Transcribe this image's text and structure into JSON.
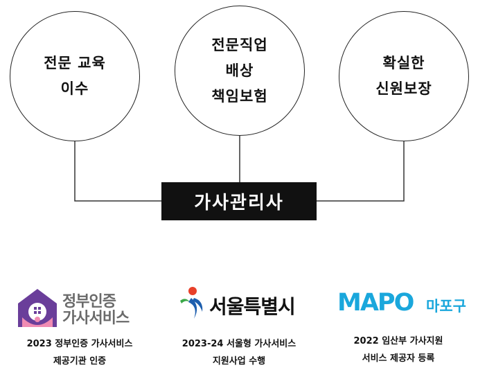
{
  "circles": [
    {
      "lines": [
        "전문 교육",
        "이수"
      ]
    },
    {
      "lines": [
        "전문직업",
        "배상",
        "책임보험"
      ]
    },
    {
      "lines": [
        "확실한",
        "신원보장"
      ]
    }
  ],
  "center_label": "가사관리사",
  "logos": {
    "gov": {
      "line1": "정부인증",
      "line2": "가사서비스",
      "color": "#6a3e9a",
      "accent": "#f08bb3"
    },
    "seoul": {
      "text": "서울특별시"
    },
    "mapo": {
      "word": "MAPO",
      "text": "마포구",
      "color": "#1aa7dc"
    }
  },
  "captions": [
    {
      "line1": "2023 정부인증 가사서비스",
      "line2": "제공기관 인증"
    },
    {
      "line1": "2023-24 서울형 가사서비스",
      "line2": "지원사업 수행"
    },
    {
      "line1": "2022 임산부 가사지원",
      "line2": "서비스 제공자 등록"
    }
  ]
}
